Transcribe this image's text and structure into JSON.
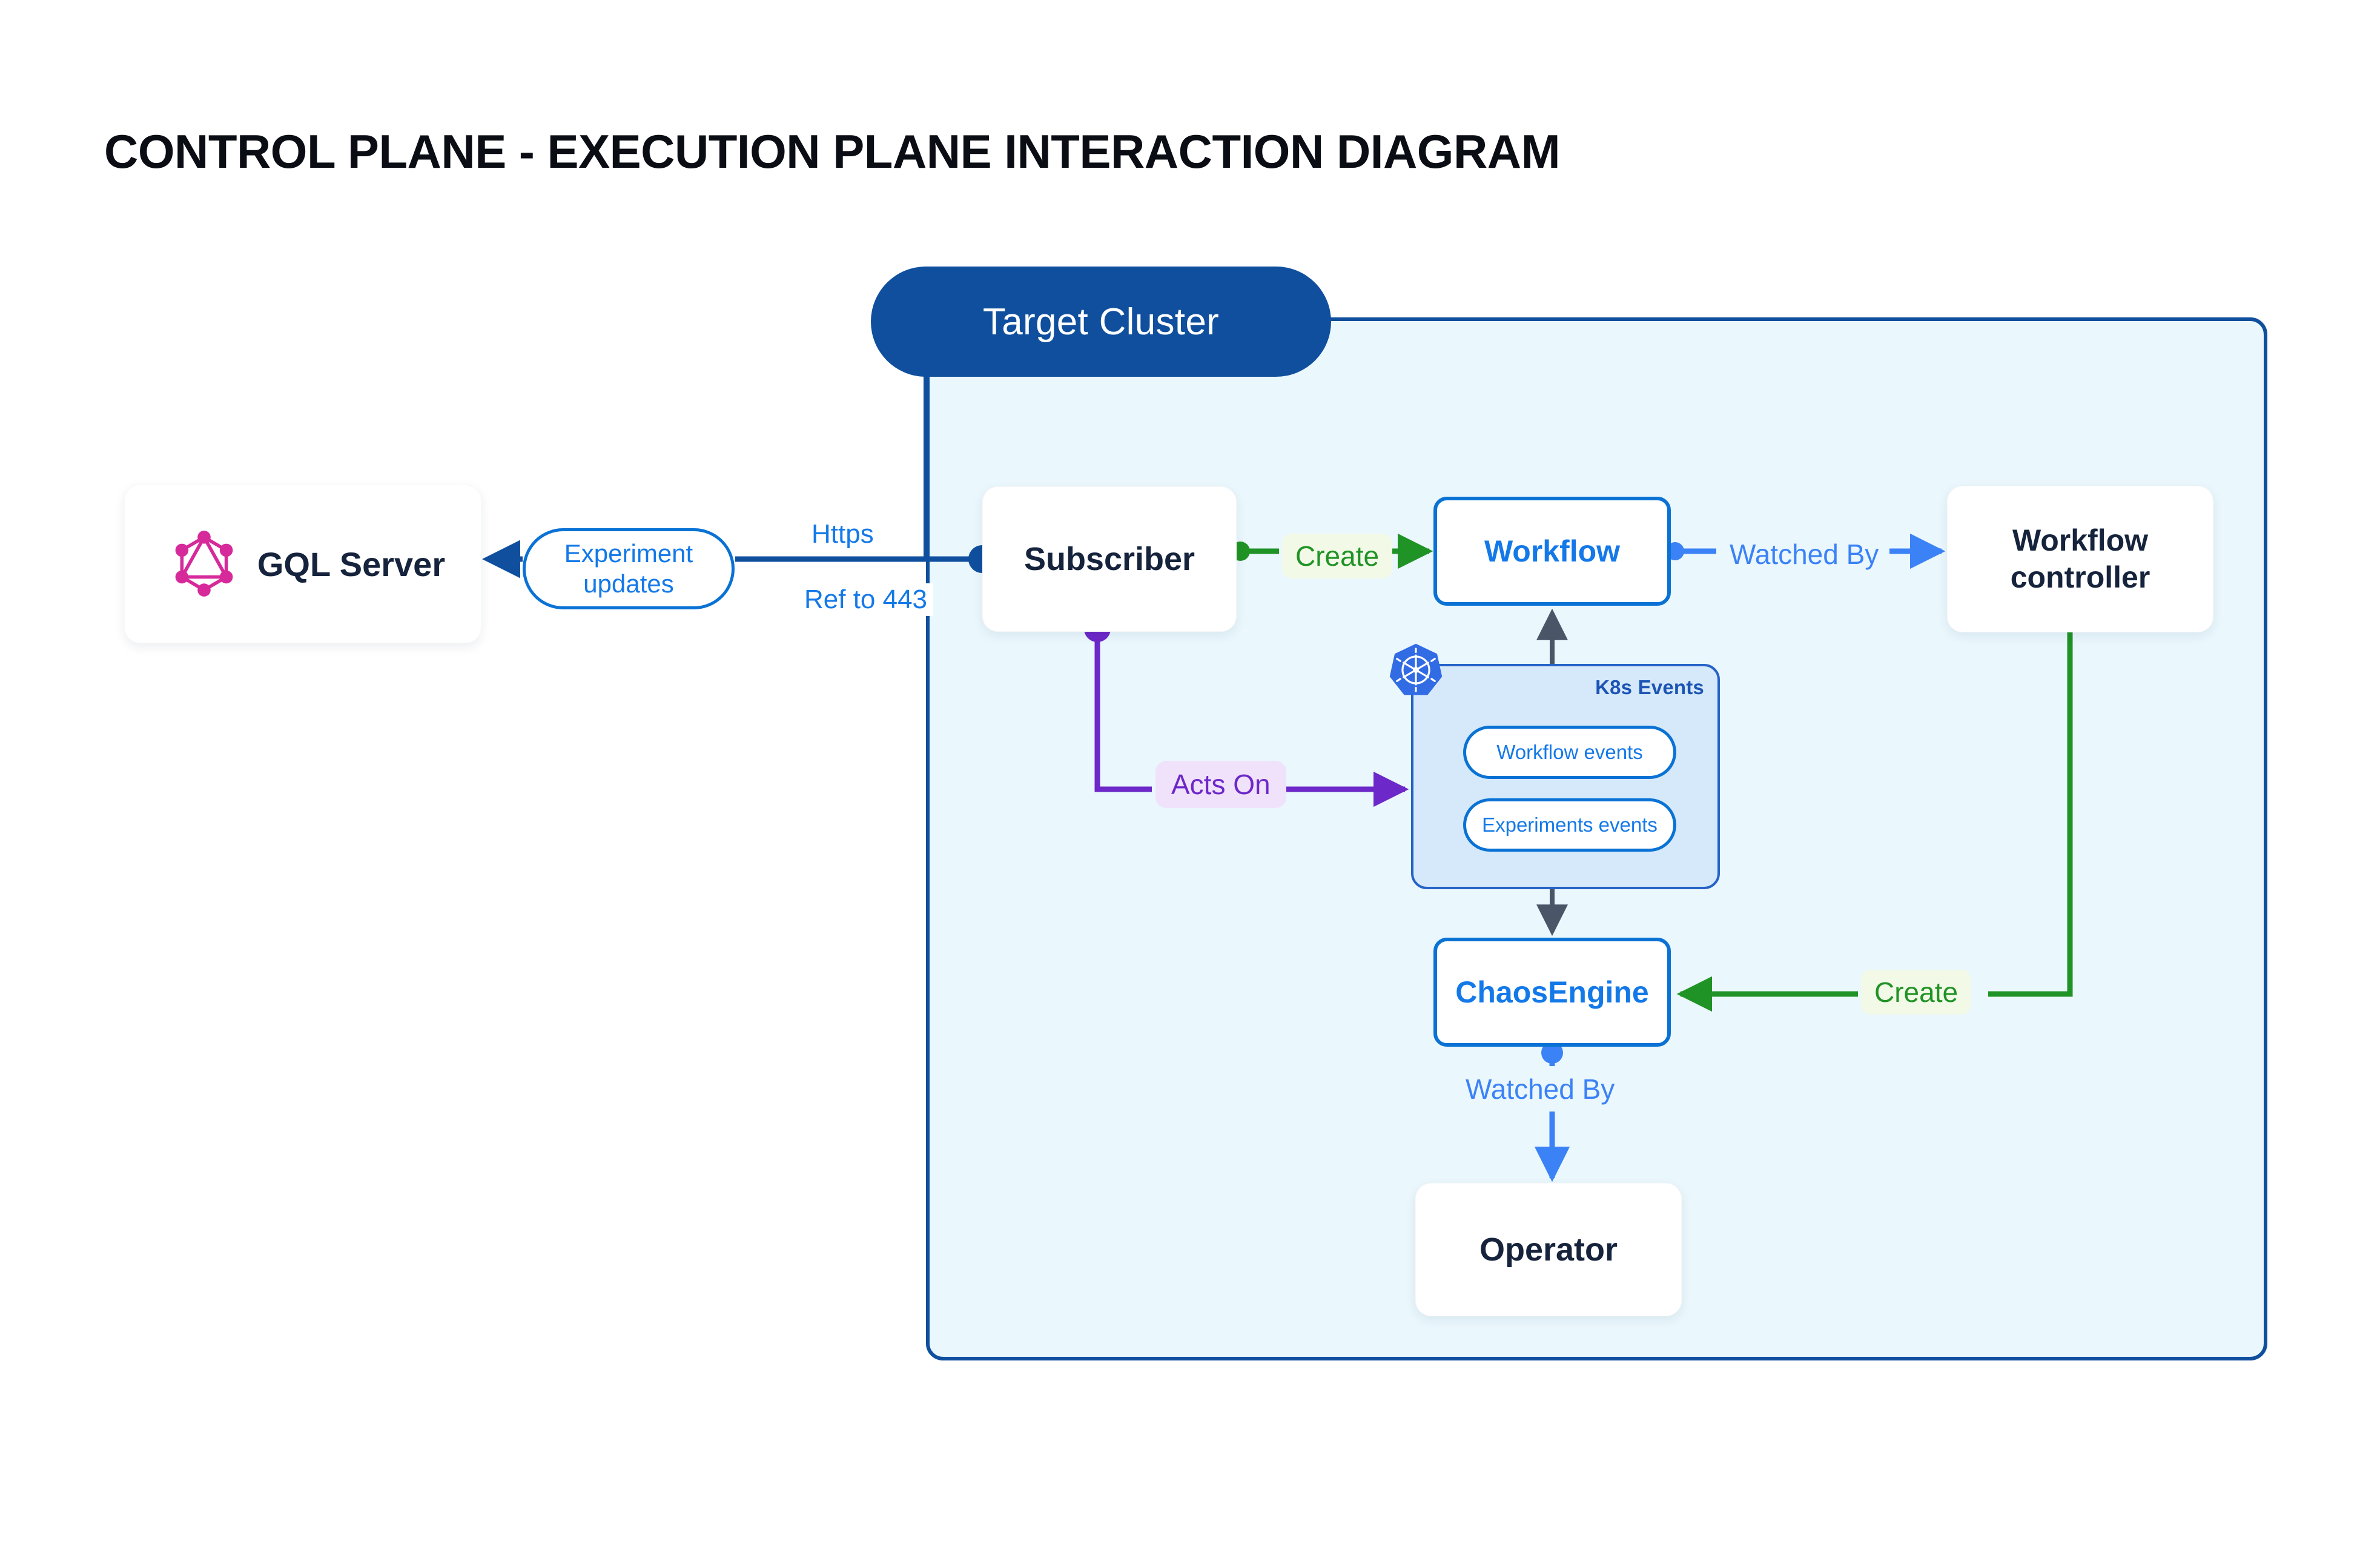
{
  "page": {
    "title": "CONTROL PLANE - EXECUTION PLANE INTERACTION DIAGRAM",
    "background_color": "#ffffff"
  },
  "colors": {
    "cluster_border": "#0f4f9e",
    "cluster_fill": "#eaf7fd",
    "cluster_title_fill": "#0f4f9e",
    "node_text": "#16233c",
    "accent_blue": "#0a72d4",
    "label_blue": "#1479e8",
    "light_blue": "#3b82f6",
    "green": "#1f9325",
    "purple": "#6d28c9",
    "gray_arrow": "#4a5568",
    "graphql_pink": "#d6299a",
    "kubernetes_blue": "#326ce5",
    "k8s_panel_fill": "#d6e9fa",
    "k8s_panel_border": "#2563c7"
  },
  "cluster": {
    "title": "Target Cluster"
  },
  "nodes": {
    "gql_server": {
      "label": "GQL Server",
      "icon": "graphql-icon"
    },
    "subscriber": {
      "label": "Subscriber"
    },
    "workflow": {
      "label": "Workflow"
    },
    "workflow_controller": {
      "line1": "Workflow",
      "line2": "controller"
    },
    "chaosengine": {
      "label": "ChaosEngine"
    },
    "operator": {
      "label": "Operator"
    }
  },
  "k8s_panel": {
    "title": "K8s Events",
    "icon": "kubernetes-icon",
    "pills": [
      {
        "label": "Workflow events"
      },
      {
        "label": "Experiments events"
      }
    ]
  },
  "edge_labels": {
    "experiment_updates_line1": "Experiment",
    "experiment_updates_line2": "updates",
    "https": "Https",
    "ref_to_443": "Ref to 443",
    "create_workflow": "Create",
    "watched_by_controller": "Watched By",
    "acts_on": "Acts On",
    "create_chaosengine": "Create",
    "watched_by_operator": "Watched By"
  }
}
